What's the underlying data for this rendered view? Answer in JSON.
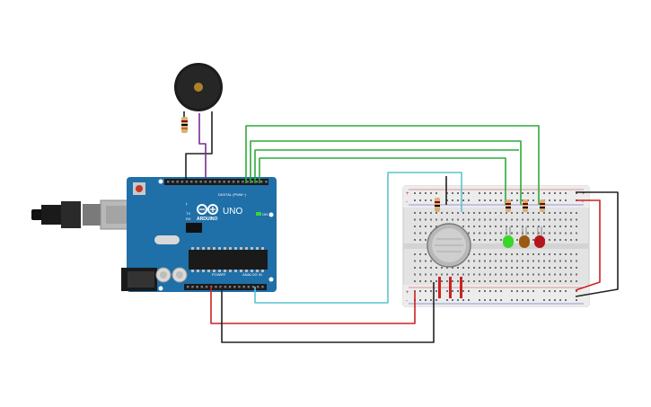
{
  "arduino": {
    "brand": "ARDUINO",
    "model": "UNO",
    "digital_label": "DIGITAL (PWM~)",
    "power_label": "POWER",
    "analog_label": "ANALOG IN",
    "tx_label": "TX",
    "rx_label": "RX",
    "on_label": "ON",
    "l_label": "L"
  },
  "breadboard": {
    "plus_label": "+",
    "minus_label": "-"
  },
  "colors": {
    "board": "#1f6fa8",
    "wire_green": "#2eaa3a",
    "wire_cyan": "#5bc4d0",
    "wire_red": "#cc2222",
    "wire_black": "#222222",
    "wire_purple": "#7b2c8f",
    "led_green": "#39d62b",
    "led_yellow": "#9a5a12",
    "led_red": "#b3161b"
  },
  "components": [
    {
      "icon": "piezo-buzzer-icon"
    },
    {
      "icon": "gas-sensor-icon"
    },
    {
      "icon": "usb-connector-icon"
    },
    {
      "icon": "power-jack-icon"
    }
  ]
}
